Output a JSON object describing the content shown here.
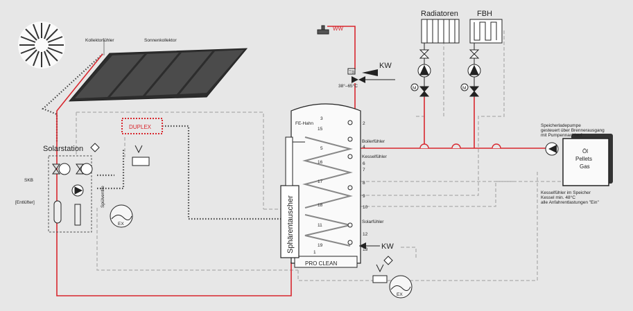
{
  "labels": {
    "collector_sensor": "Kollektorfühler",
    "solar_collector": "Sonnenkollektor",
    "solar_station": "Solarstation",
    "skb": "SKB",
    "deaerator": "[Entlüfter]",
    "flush_valves": "Spülventile",
    "duplex": "DUPLEX",
    "ex": "EX",
    "ww": "WW",
    "kw": "KW",
    "mixer_range": "38°–65°C",
    "tb": "TB",
    "radiators": "Radiatoren",
    "fbh": "FBH",
    "fe_tap": "FE-Hahn",
    "boiler_sensor": "Boilerfühler",
    "boiler_sensor2": "Kesselfühler",
    "solar_sensor": "Solarfühler",
    "sphere_exchanger": "Sphärentauscher",
    "pro_clean": "PRO CLEAN",
    "fuel_1": "Öl",
    "fuel_2": "Pellets",
    "fuel_3": "Gas",
    "m": "M"
  },
  "notes": {
    "pump_1": "Speicherladepumpe",
    "pump_2": "gesteuert über Brennerausgang",
    "pump_3": "mit Pumpennachlauf",
    "sensor_1": "Kesselfühler im Speicher",
    "sensor_2": "Kessel min. 48°C",
    "sensor_3": "alle Anfahrentlastungen \"Ein\""
  },
  "tank_numbers": {
    "n3": "3",
    "n15": "15",
    "n5": "5",
    "n16": "16",
    "n17": "17",
    "n18": "18",
    "n11": "11",
    "n19": "19",
    "n1": "1",
    "p2": "2",
    "p4": "4",
    "p6": "6",
    "p7": "7",
    "p8": "8",
    "p9": "9",
    "p10": "10",
    "p12": "12",
    "p13": "13"
  },
  "colors": {
    "red": "#d8262d",
    "dark": "#222222",
    "dashed": "#b5b5b5",
    "background": "#e7e7e7"
  }
}
